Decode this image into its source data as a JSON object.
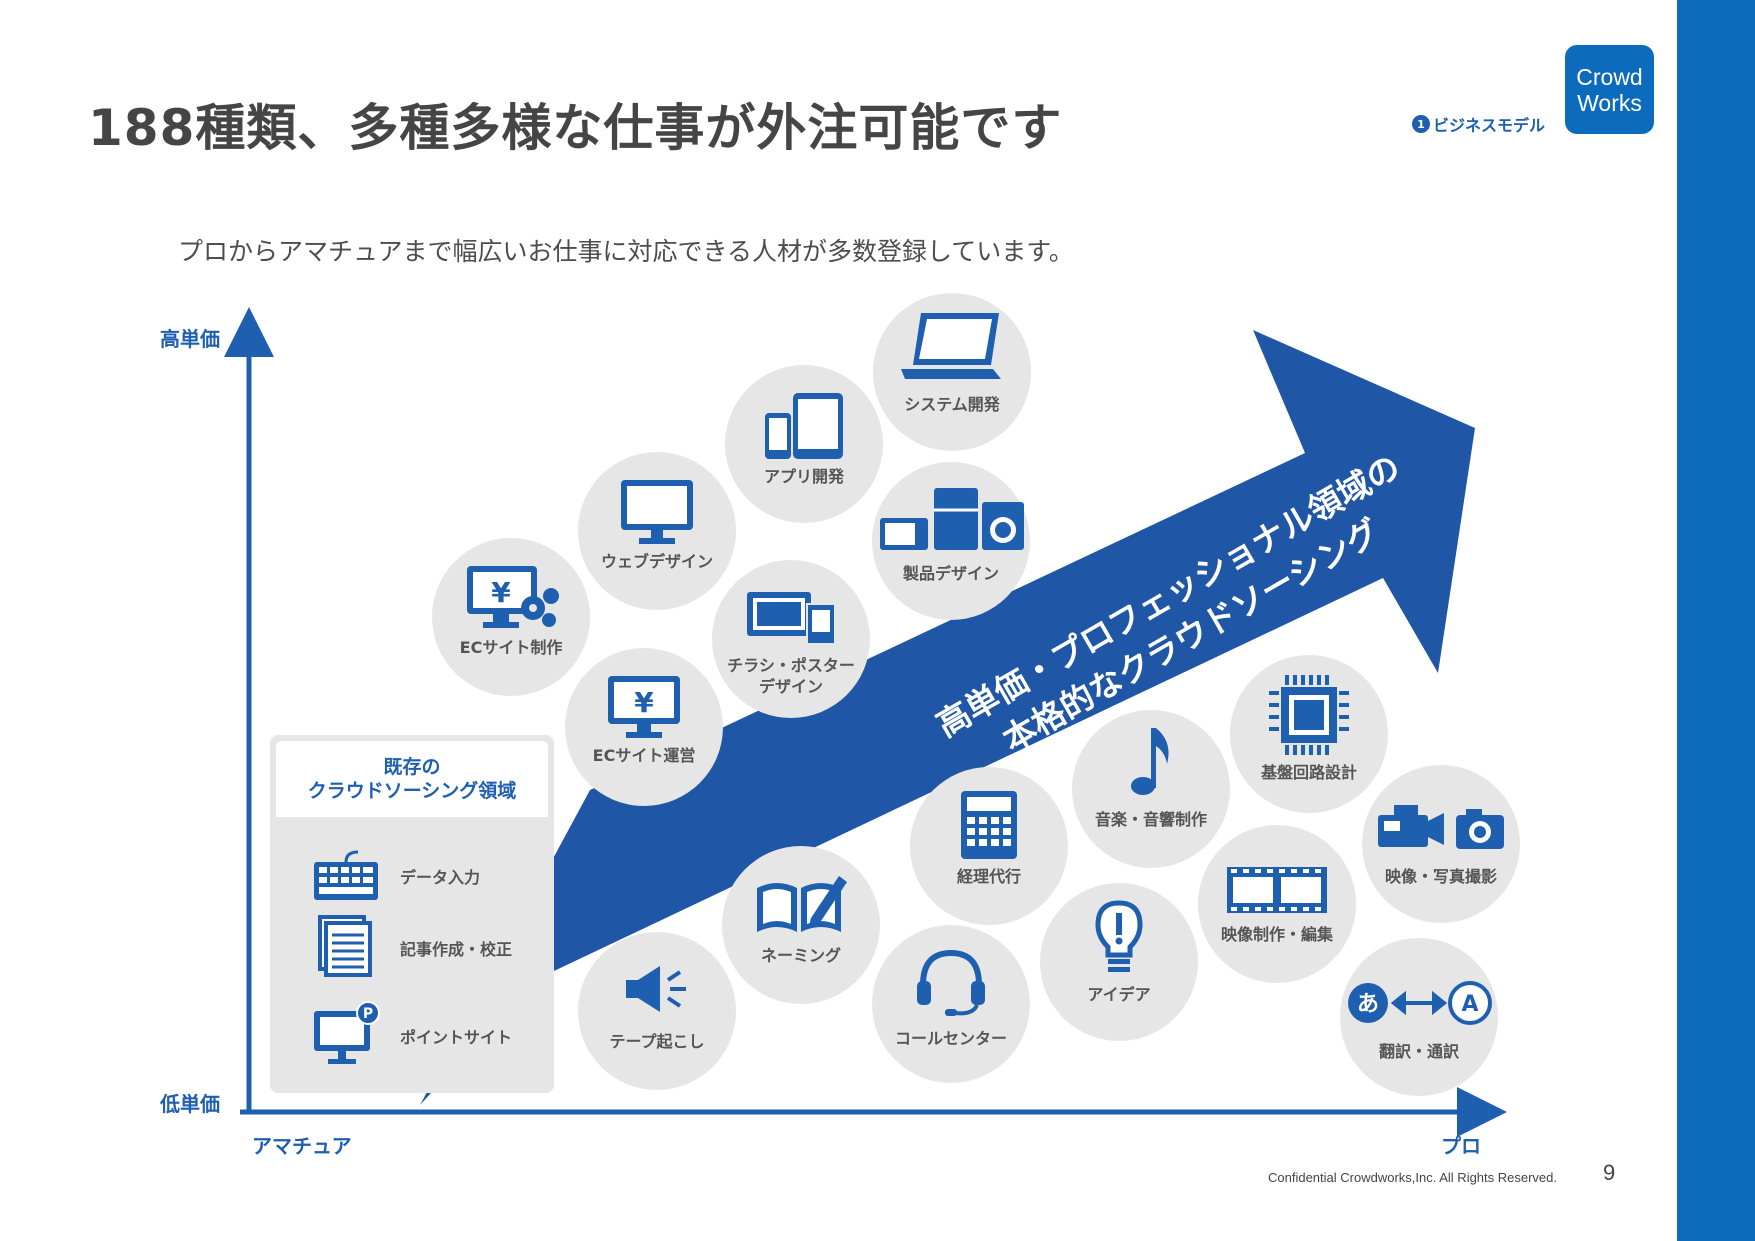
{
  "header": {
    "title": "188種類、多種多様な仕事が外注可能です",
    "section_number": "1",
    "section_label": "ビジネスモデル",
    "logo_line1": "Crowd",
    "logo_line2": "Works"
  },
  "subtitle": "プロからアマチュアまで幅広いお仕事に対応できる人材が多数登録しています。",
  "axes": {
    "y_high": "高単価",
    "y_low": "低単価",
    "x_low": "アマチュア",
    "x_high": "プロ"
  },
  "arrow": {
    "line1": "高単価・プロフェッショナル領域の",
    "line2": "本格的なクラウドソーシング"
  },
  "existing": {
    "heading_line1": "既存の",
    "heading_line2": "クラウドソーシング領域",
    "items": [
      {
        "label": "データ入力",
        "icon": "keyboard-icon"
      },
      {
        "label": "記事作成・校正",
        "icon": "documents-icon"
      },
      {
        "label": "ポイントサイト",
        "icon": "monitor-point-icon"
      }
    ]
  },
  "categories": [
    {
      "label": "システム開発",
      "icon": "laptop-icon"
    },
    {
      "label": "アプリ開発",
      "icon": "mobile-devices-icon"
    },
    {
      "label": "ウェブデザイン",
      "icon": "monitor-icon"
    },
    {
      "label": "製品デザイン",
      "icon": "appliances-icon"
    },
    {
      "label": "ECサイト制作",
      "icon": "ec-build-icon"
    },
    {
      "label": "チラシ・ポスター",
      "label2": "デザイン",
      "icon": "flyer-icon"
    },
    {
      "label": "ECサイト運営",
      "icon": "ec-monitor-icon"
    },
    {
      "label": "基盤回路設計",
      "icon": "chip-icon"
    },
    {
      "label": "音楽・音響制作",
      "icon": "music-note-icon"
    },
    {
      "label": "経理代行",
      "icon": "calculator-icon"
    },
    {
      "label": "映像・写真撮影",
      "icon": "camera-icon"
    },
    {
      "label": "映像制作・編集",
      "icon": "film-icon"
    },
    {
      "label": "ネーミング",
      "icon": "book-pen-icon"
    },
    {
      "label": "テープ起こし",
      "icon": "speaker-icon"
    },
    {
      "label": "コールセンター",
      "icon": "headset-icon"
    },
    {
      "label": "アイデア",
      "icon": "lightbulb-icon"
    },
    {
      "label": "翻訳・通訳",
      "icon": "translate-icon"
    }
  ],
  "footer": {
    "confidential": "Confidential Crowdworks,Inc. All Rights Reserved.",
    "page": "9"
  },
  "colors": {
    "brand_blue": "#0d6bbd",
    "arrow_blue": "#1f56a6",
    "circle_gray": "#e6e6e6",
    "icon_blue": "#1f5fb0"
  }
}
